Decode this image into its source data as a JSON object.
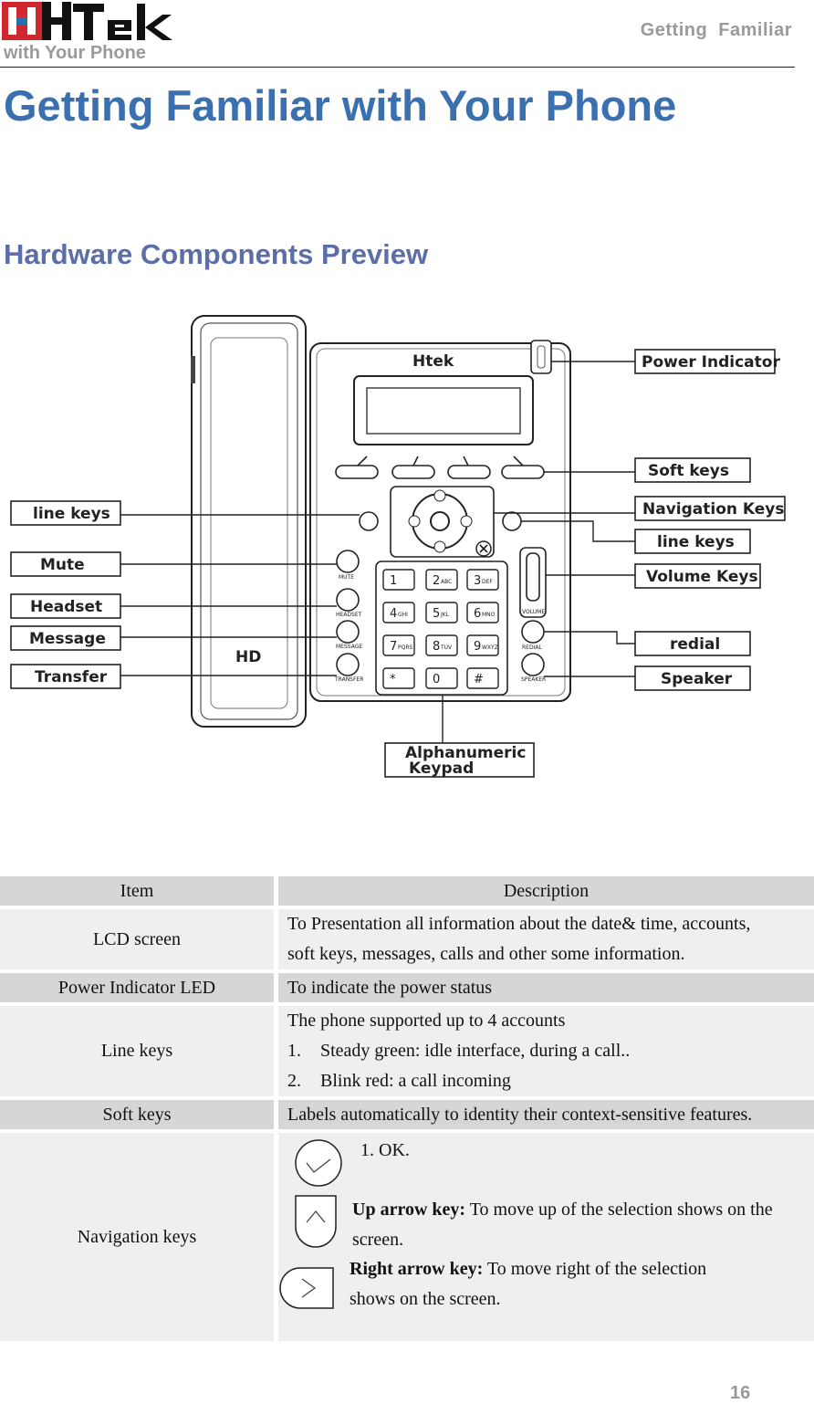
{
  "header": {
    "logo_text": "Htek",
    "subtitle": "with Your Phone",
    "right": "Getting  Familiar"
  },
  "page_title": "Getting Familiar with Your Phone",
  "section_title": "Hardware Components Preview",
  "diagram": {
    "brand": "Htek",
    "hd_badge": "HD",
    "callouts_left": [
      "line keys",
      "Mute",
      "Headset",
      "Message",
      "Transfer"
    ],
    "callouts_right": [
      "Power Indicator",
      "Soft keys",
      "Navigation Keys",
      "line keys",
      "Volume Keys",
      "redial",
      "Speaker"
    ],
    "callout_bottom": [
      "Alphanumeric",
      "Keypad"
    ],
    "keypad": [
      "1",
      "2",
      "3",
      "4",
      "5",
      "6",
      "7",
      "8",
      "9",
      "*",
      "0",
      "#"
    ],
    "keypad_letters": [
      "",
      "ABC",
      "DEF",
      "GHI",
      "JKL",
      "MNO",
      "PQRS",
      "TUV",
      "WXYZ",
      "",
      "",
      ""
    ],
    "side_key_labels": [
      "MUTE",
      "HEADSET",
      "MESSAGE",
      "TRANSFER"
    ],
    "right_key_labels": [
      "VOLUME",
      "REDIAL",
      "SPEAKER"
    ]
  },
  "table": {
    "header": {
      "item": "Item",
      "description": "Description"
    },
    "rows": [
      {
        "item": "LCD screen",
        "lines": [
          "To Presentation all information about the date& time, accounts,",
          "soft keys, messages, calls and other some information."
        ]
      },
      {
        "item": "Power Indicator LED",
        "lines": [
          "To indicate the power status"
        ]
      },
      {
        "item": "Line keys",
        "intro": "The phone supported up to 4 accounts",
        "list": [
          {
            "num": "1.",
            "text": "Steady green: idle interface, during a call.."
          },
          {
            "num": "2.",
            "text": "Blink red: a call incoming"
          }
        ]
      },
      {
        "item": "Soft keys",
        "lines": [
          "Labels automatically to identity their context-sensitive features."
        ]
      },
      {
        "item": "Navigation keys",
        "nav": {
          "ok": "1. OK.",
          "up_title": "Up arrow key:",
          "up_text": " To move up of the selection shows on the",
          "up_text2": "screen.",
          "right_title": "Right arrow key:",
          "right_text": " To move right of the selection",
          "right_text2": "shows on the screen."
        }
      }
    ]
  },
  "page_number": "16",
  "colors": {
    "title": "#3a6fb0",
    "section": "#5c6ea8",
    "logo_red": "#d0262d",
    "logo_blue": "#2b6cb3",
    "gray": "#9a9a9a"
  }
}
